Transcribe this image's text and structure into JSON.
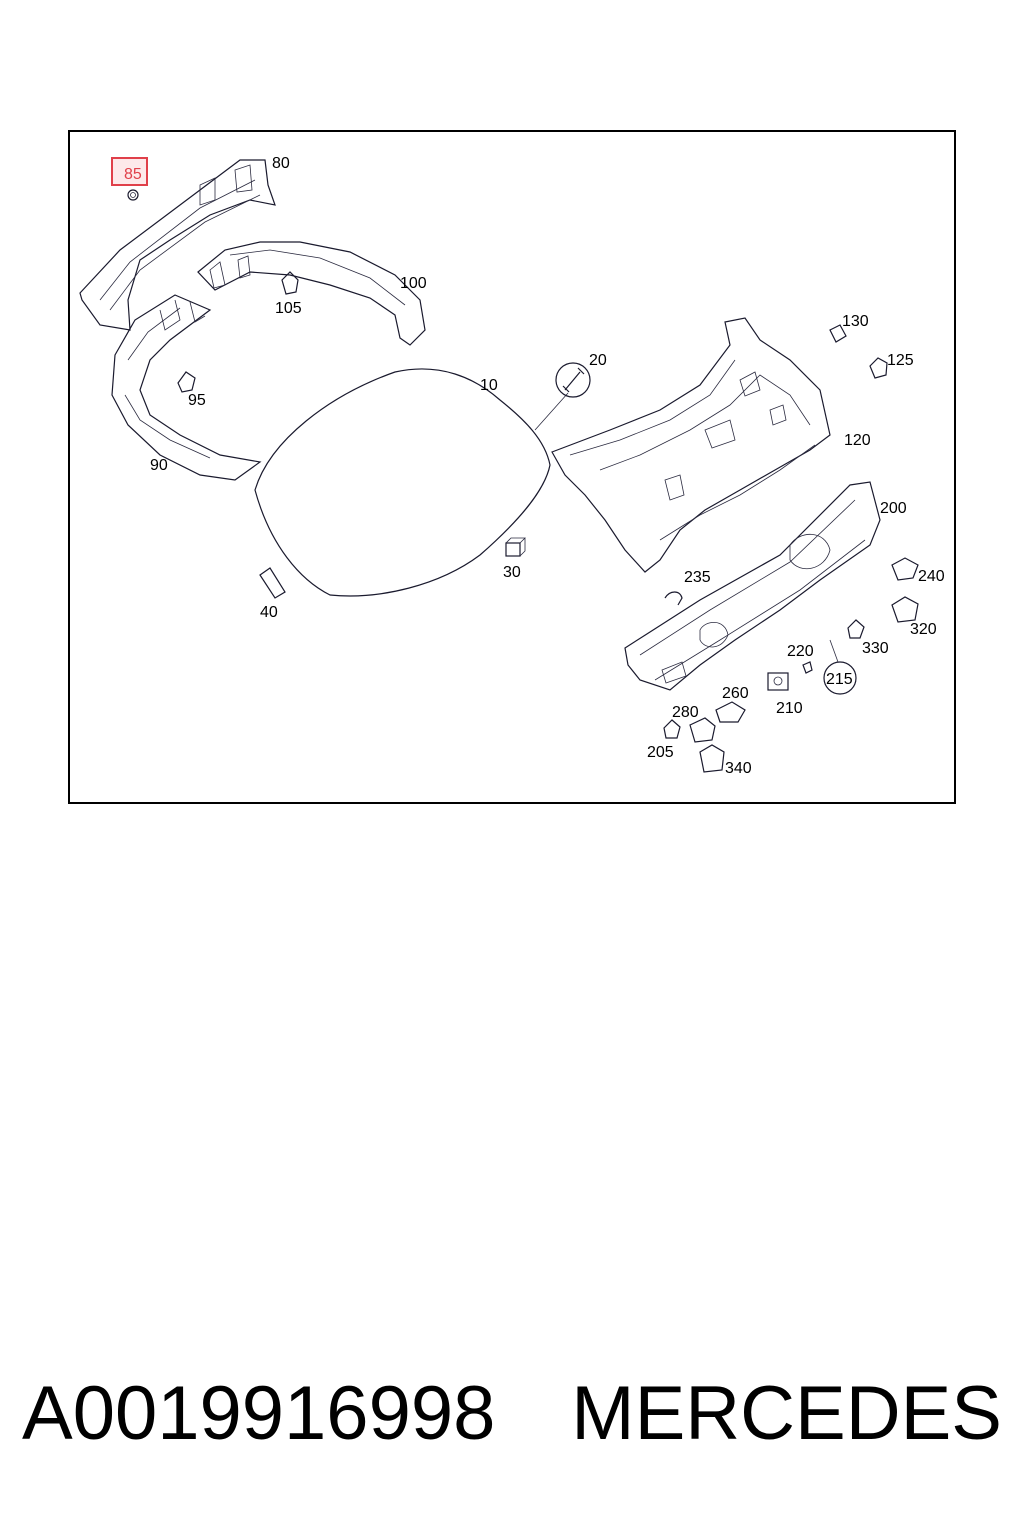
{
  "diagram": {
    "labels": {
      "l10": "10",
      "l20": "20",
      "l30": "30",
      "l40": "40",
      "l80": "80",
      "l85": "85",
      "l90": "90",
      "l95": "95",
      "l100": "100",
      "l105": "105",
      "l120": "120",
      "l125": "125",
      "l130": "130",
      "l200": "200",
      "l205": "205",
      "l210": "210",
      "l215": "215",
      "l220": "220",
      "l235": "235",
      "l240": "240",
      "l260": "260",
      "l280": "280",
      "l320": "320",
      "l330": "330",
      "l340": "340"
    },
    "highlight_label": "85",
    "highlight_color": "#e0404a"
  },
  "footer": {
    "part_number": "A0019916998",
    "brand": "MERCEDES"
  }
}
